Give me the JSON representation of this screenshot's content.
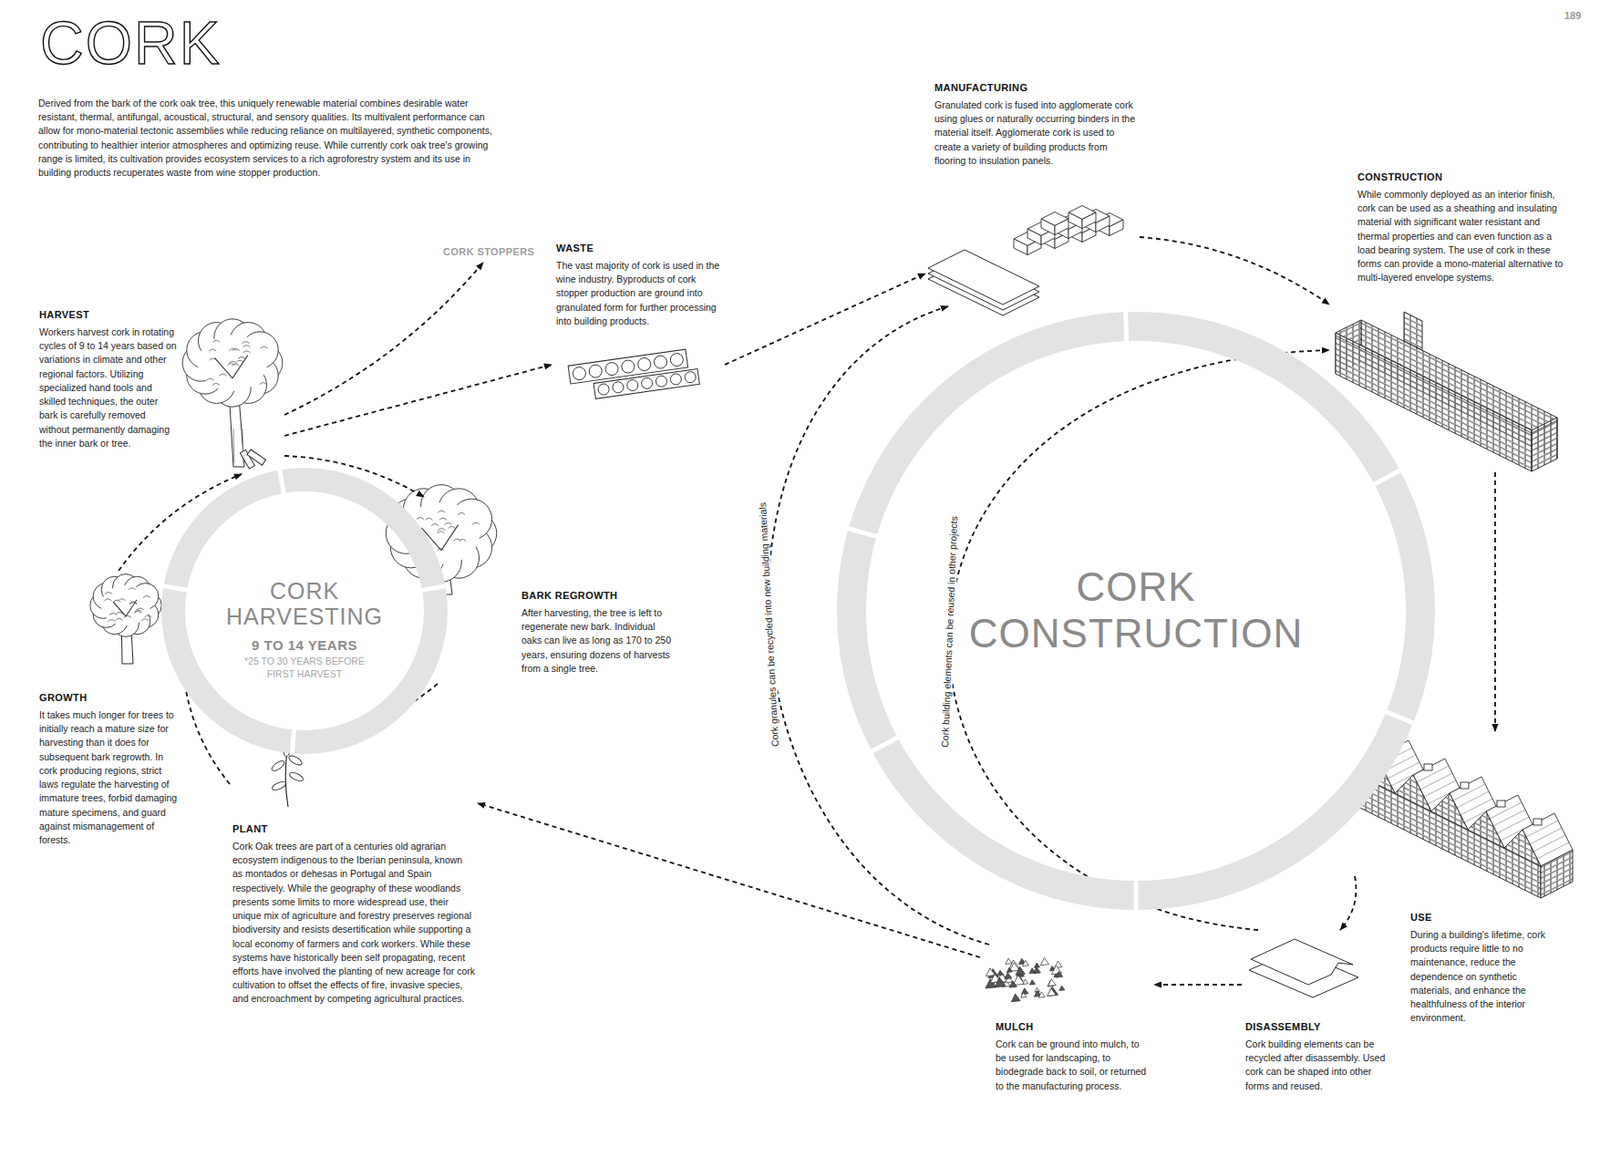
{
  "diagram": {
    "title": "CORK",
    "nodes": [
      {
        "text": [
          "HARVEST",
          "Workers harvest cork in rotating cycles of 9 to 14 years based on variations in climate and other regional factors. Utilizing specialized hand tools and skilled techniques, the outer bark is carefully removed without permanently damaging the inner bark or tree."
        ]
      },
      {
        "text": [
          "CORK STOPPERS"
        ]
      },
      {
        "text": [
          "WASTE",
          "The vast majority of cork is used in the wine industry. Byproducts of cork stopper production are ground into granulated form for further processing into building products."
        ]
      },
      {
        "text": [
          "MANUFACTURING",
          "Granulated cork is fused into agglomerate cork using glues or naturally occurring binders in the material itself. Agglomerate cork is used to create a variety of building products from flooring to insulation panels."
        ]
      },
      {
        "text": [
          "CONSTRUCTION",
          "While commonly deployed as an interior finish, cork can be used as a sheathing and insulating material with significant water resistant and thermal properties and can even function as a load bearing system. The use of cork in these forms can provide a mono-material alternative to multi-layered envelope systems."
        ]
      },
      {
        "text": [
          "BARK REGROWTH",
          "After harvesting, the tree is left to regenerate new bark. Individual oaks can live as long as 170 to 250 years, ensuring dozens of harvests from a single tree."
        ]
      },
      {
        "text": [
          "CORK HARVESTING",
          "9 TO 14 YEARS",
          "*25 TO 30 YEARS BEFORE FIRST HARVEST"
        ]
      },
      {
        "text": [
          "CORK CONSTRUCTION"
        ]
      },
      {
        "text": [
          "GROWTH",
          "It takes much longer for trees to initially reach a mature size for harvesting than it does for subsequent bark regrowth. In cork producing regions, strict laws regulate the harvesting of immature trees, forbid damaging mature specimens, and guard against mismanagement of forests."
        ]
      },
      {
        "text": [
          "PLANT",
          "Cork Oak trees are part of a centuries old agrarian ecosystem indigenous to the Iberian peninsula, known as montados or dehesas in Portugal and Spain respectively. While the geography of these woodlands presents some limits to more widespread use, their unique mix of agriculture and forestry preserves regional biodiversity and resists desertification while supporting a local economy of farmers and cork workers. While these systems have historically been self propagating, recent efforts have involved the planting of new acreage for cork cultivation to offset the effects of fire, invasive species, and encroachment by competing agricultural practices."
        ]
      },
      {
        "text": [
          "USE",
          "During a building's lifetime, cork products require little to no maintenance, reduce the dependence on synthetic materials, and enhance the healthfulness of the interior environment."
        ]
      },
      {
        "text": [
          "MULCH",
          "Cork can be ground into mulch, to be used for landscaping, to biodegrade back to soil, or returned to the manufacturing process."
        ]
      },
      {
        "text": [
          "DISASSEMBLY",
          "Cork building elements can be recycled after disassembly. Used cork can be shaped into other forms and reused."
        ]
      }
    ],
    "edges": [
      {
        "from": 0,
        "to": 5,
        "arrow": "to"
      },
      {
        "from": 5,
        "to": 9,
        "arrow": "to"
      },
      {
        "from": 9,
        "to": 8,
        "arrow": "to"
      },
      {
        "from": 8,
        "to": 0,
        "arrow": "to"
      },
      {
        "from": 0,
        "to": 1,
        "arrow": "to"
      },
      {
        "from": 0,
        "to": 2,
        "arrow": "to"
      },
      {
        "from": 2,
        "to": 3,
        "arrow": "to"
      },
      {
        "from": 3,
        "to": 4,
        "arrow": "to"
      },
      {
        "from": 4,
        "to": 10,
        "arrow": "to"
      },
      {
        "from": 10,
        "to": 12,
        "arrow": "to"
      },
      {
        "from": 12,
        "to": 11,
        "arrow": "to"
      },
      {
        "from": 11,
        "to": 9,
        "arrow": "to"
      },
      {
        "from": 11,
        "to": 3,
        "label": "Cork granules can be recycled into new building materials",
        "arrow": "to"
      },
      {
        "from": 12,
        "to": 4,
        "label": "Cork building elements can be reused in other projects",
        "arrow": "to"
      }
    ],
    "labels": [
      "Derived from the bark of the cork oak tree, this uniquely renewable material combines desirable water resistant, thermal, antifungal, acoustical, structural, and sensory qualities. Its multivalent performance can allow for mono-material tectonic assemblies while reducing reliance on multilayered, synthetic components, contributing to healthier interior atmospheres and optimizing reuse. While currently cork oak tree's growing range is limited, its cultivation provides ecosystem services to a rich agroforestry system and its use in building products recuperates waste from wine stopper production.",
      "189"
    ]
  }
}
